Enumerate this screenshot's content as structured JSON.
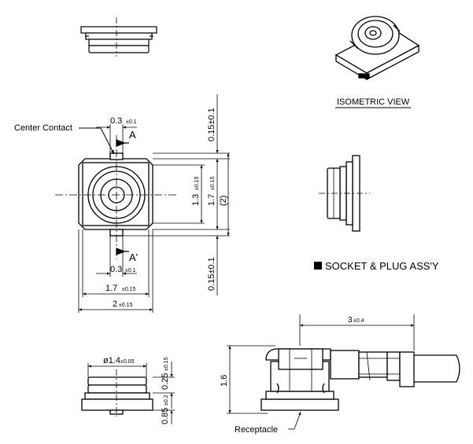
{
  "labels": {
    "isometric_view": "ISOMETRIC VIEW",
    "socket_plug": "SOCKET & PLUG ASS'Y",
    "center_contact": "Center Contact",
    "receptacle": "Receptacle",
    "section_a": "A",
    "section_a_prime": "A'"
  },
  "dimensions": {
    "top_width": "0.3",
    "top_width_tol": "±0.1",
    "bottom_width": "0.3",
    "bottom_width_tol": "±0.1",
    "inner_width": "1.7",
    "inner_width_tol": "±0.15",
    "outer_width": "2",
    "outer_width_tol": "±0.15",
    "inner_height": "1.3",
    "inner_height_tol": "±0.15",
    "total_height": "1.7",
    "total_height_tol": "±0.15",
    "ref_height": "(2)",
    "top_tab": "0.15±0.1",
    "bottom_tab": "0.15±0.1",
    "diameter": "ø1.4",
    "diameter_tol": "±0.05",
    "upper_height": "0.25",
    "upper_height_tol": "±0.15",
    "lower_height": "0.85",
    "lower_height_tol": "±0.2",
    "assy_length": "3",
    "assy_length_tol": "±0.4",
    "assy_height": "1.6"
  }
}
